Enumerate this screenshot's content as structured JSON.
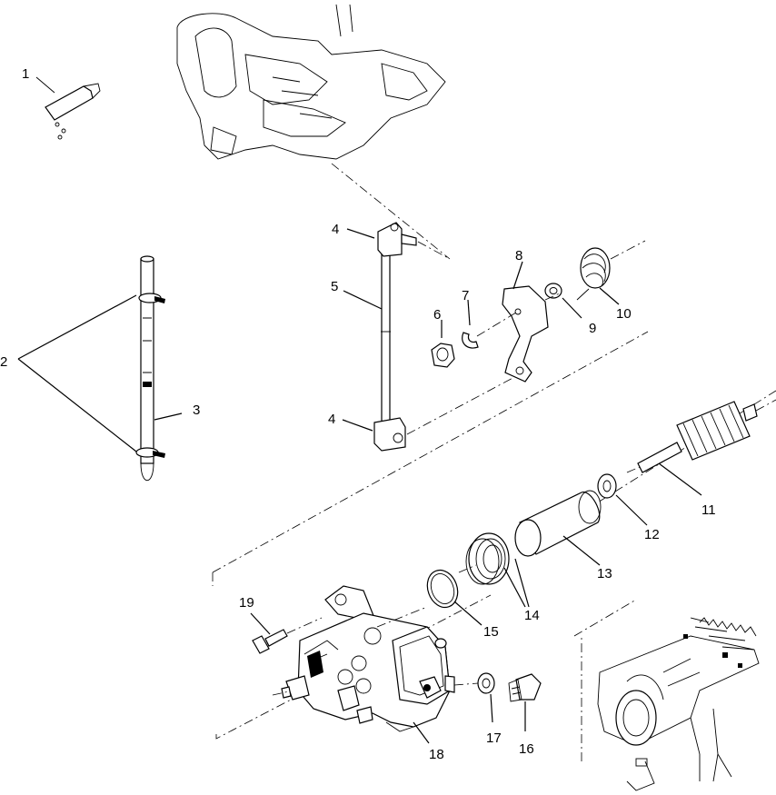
{
  "diagram": {
    "callouts": [
      "1",
      "2",
      "3",
      "4",
      "4",
      "5",
      "6",
      "7",
      "8",
      "9",
      "10",
      "11",
      "12",
      "13",
      "14",
      "15",
      "16",
      "17",
      "18",
      "19"
    ]
  }
}
